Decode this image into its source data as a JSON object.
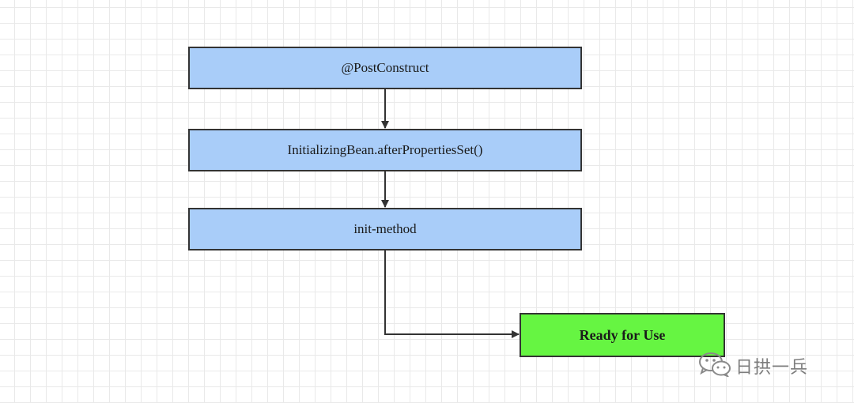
{
  "diagram": {
    "nodes": [
      {
        "id": "post-construct",
        "label": "@PostConstruct"
      },
      {
        "id": "after-properties-set",
        "label": "InitializingBean.afterPropertiesSet()"
      },
      {
        "id": "init-method",
        "label": "init-method"
      },
      {
        "id": "ready",
        "label": "Ready for Use"
      }
    ],
    "edges": [
      {
        "from": "post-construct",
        "to": "after-properties-set"
      },
      {
        "from": "after-properties-set",
        "to": "init-method"
      },
      {
        "from": "init-method",
        "to": "ready"
      }
    ],
    "colors": {
      "step_fill": "#a9cdf9",
      "final_fill": "#66f542",
      "border": "#333333",
      "edge": "#333333",
      "grid": "#e9e9e9"
    }
  },
  "watermark": {
    "text": "日拱一兵",
    "icon": "wechat-icon"
  }
}
